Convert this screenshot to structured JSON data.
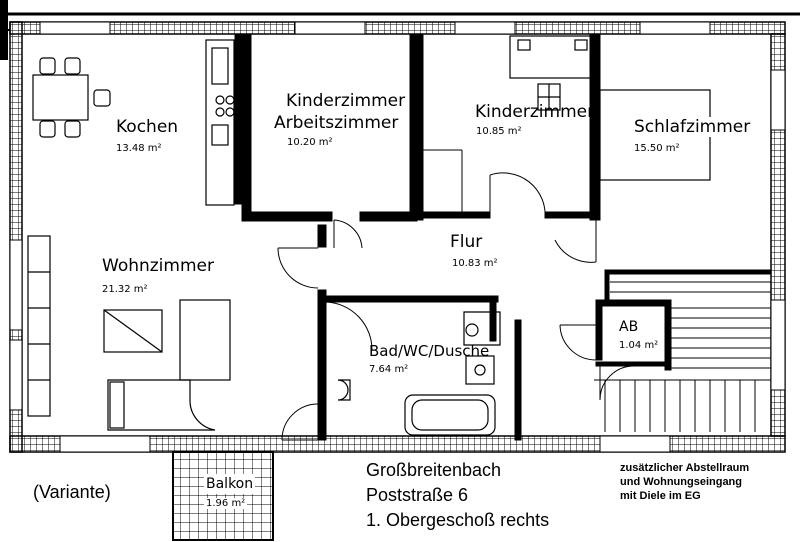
{
  "rooms": {
    "kochen": {
      "name": "Kochen",
      "area": "13.48 m²"
    },
    "kinderzimmer_arbeit": {
      "name_line1": "Kinderzimmer",
      "name_line2": "Arbeitszimmer",
      "area": "10.20 m²"
    },
    "kinderzimmer": {
      "name": "Kinderzimmer",
      "area": "10.85 m²"
    },
    "schlafzimmer": {
      "name": "Schlafzimmer",
      "area": "15.50 m²"
    },
    "flur": {
      "name": "Flur",
      "area": "10.83 m²"
    },
    "wohnzimmer": {
      "name": "Wohnzimmer",
      "area": "21.32 m²"
    },
    "bad": {
      "name": "Bad/WC/Dusche",
      "area": "7.64 m²"
    },
    "ab": {
      "name": "AB",
      "area": "1.04 m²"
    },
    "balkon": {
      "name": "Balkon",
      "area": "1.96 m²"
    }
  },
  "caption": {
    "variante": "(Variante)",
    "line1": "Großbreitenbach",
    "line2": "Poststraße 6",
    "line3": "1. Obergeschoß rechts"
  },
  "note": {
    "line1": "zusätzlicher Abstellraum",
    "line2": "und Wohnungseingang",
    "line3": "mit Diele im EG"
  },
  "colors": {
    "wall": "#000000",
    "background": "#ffffff"
  }
}
